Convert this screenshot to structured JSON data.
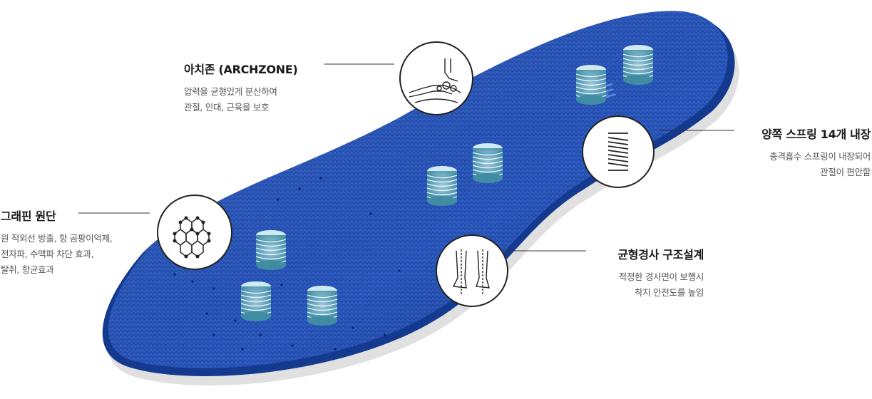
{
  "callouts": {
    "arch": {
      "title": "아치존 (ARCHZONE)",
      "lines": [
        "압력을 균형있게 분산하여",
        "관절, 인대, 근육을 보호"
      ],
      "icon": "foot-arch-bone-icon"
    },
    "graphene": {
      "title": "그래핀 원단",
      "lines": [
        "원 적외선 방출, 항 곰팡이억제,",
        "전자파, 수맥파 차단 효과,",
        "탈취, 항균효과"
      ],
      "icon": "graphene-hexagon-icon"
    },
    "spring": {
      "title": "양쪽 스프링 14개 내장",
      "lines": [
        "충격흡수 스프링이 내장되어",
        "관절이 편안함"
      ],
      "icon": "coil-spring-icon"
    },
    "slope": {
      "title": "균형경사 구조설계",
      "lines": [
        "적정한 경사면이 보행시",
        "착지 안전도를 높임"
      ],
      "icon": "legs-slope-icon"
    }
  },
  "colors": {
    "insole_blue": "#2a56b8",
    "insole_dark": "#143a8f",
    "spring_teal": "#6fb0bf",
    "leader_line": "#333333"
  }
}
